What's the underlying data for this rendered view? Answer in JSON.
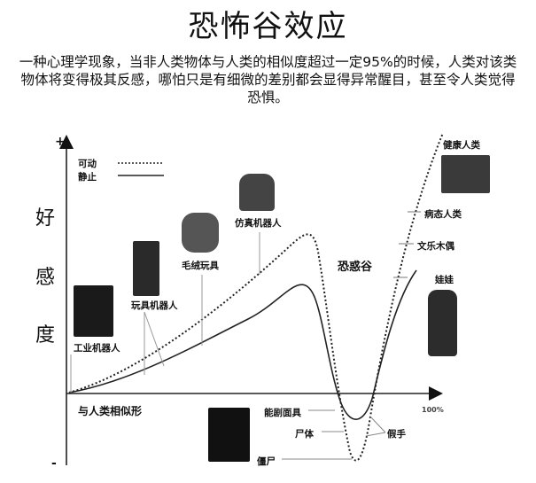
{
  "header": {
    "title": "恐怖谷效应",
    "description": "一种心理学现象，当非人类物体与人类的相似度超过一定95%的时候，人类对该类物体将变得极其反感，哪怕只是有细微的差别都会显得异常醒目，甚至令人类觉得恐惧。"
  },
  "axes": {
    "y_label_chars": [
      "好",
      "感",
      "度"
    ],
    "y_plus": "+",
    "y_minus": "-",
    "x_label": "与人类相似形",
    "x_end": "100%"
  },
  "legend": {
    "moving": "可动",
    "still": "静止"
  },
  "labels": {
    "industrial_robot": "工业机器人",
    "toy_robot": "玩具机器人",
    "stuffed_toy": "毛绒玩具",
    "humanoid_robot": "仿真机器人",
    "uncanny_valley": "恐惑谷",
    "healthy_human": "健康人类",
    "sick_human": "病态人类",
    "bunraku_puppet": "文乐木偶",
    "doll": "娃娃",
    "noh_mask": "能剧面具",
    "corpse": "尸体",
    "zombie": "僵尸",
    "prosthetic_hand": "假手"
  },
  "chart_data": {
    "type": "line",
    "title": "恐怖谷效应",
    "xlabel": "与人类相似形",
    "ylabel": "好感度",
    "x_range": [
      0,
      100
    ],
    "y_range": [
      "-",
      "+"
    ],
    "legend_position": "top-left",
    "series": [
      {
        "name": "可动",
        "style": "dotted",
        "points": [
          [
            0,
            0
          ],
          [
            30,
            25
          ],
          [
            55,
            62
          ],
          [
            62,
            68
          ],
          [
            68,
            40
          ],
          [
            74,
            -30
          ],
          [
            78,
            -70
          ],
          [
            82,
            -35
          ],
          [
            88,
            45
          ],
          [
            95,
            100
          ]
        ]
      },
      {
        "name": "静止",
        "style": "solid",
        "points": [
          [
            0,
            0
          ],
          [
            25,
            12
          ],
          [
            45,
            38
          ],
          [
            58,
            48
          ],
          [
            64,
            30
          ],
          [
            70,
            -10
          ],
          [
            76,
            -18
          ],
          [
            81,
            -8
          ],
          [
            86,
            30
          ],
          [
            93,
            60
          ]
        ]
      }
    ],
    "annotations": [
      "工业机器人",
      "玩具机器人",
      "毛绒玩具",
      "仿真机器人",
      "恐惑谷",
      "健康人类",
      "病态人类",
      "文乐木偶",
      "娃娃",
      "能剧面具",
      "尸体",
      "僵尸",
      "假手"
    ]
  }
}
